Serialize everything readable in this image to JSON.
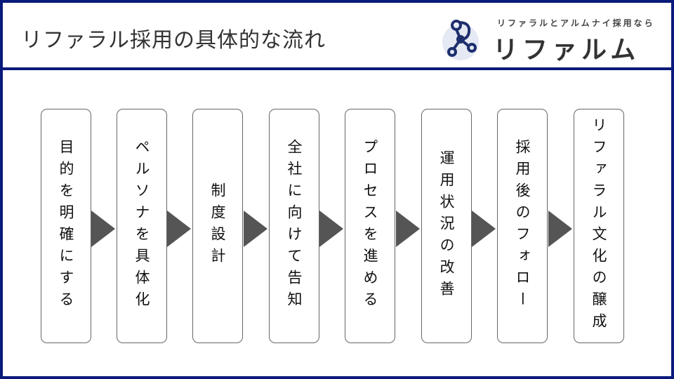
{
  "title": "リファラル採用の具体的な流れ",
  "logo": {
    "tagline": "リファラルとアルムナイ採用なら",
    "name": "リファルム",
    "accent": "#1e2f6e"
  },
  "steps": [
    {
      "label": "目的を明確にする"
    },
    {
      "label": "ペルソナを具体化"
    },
    {
      "label": "制度設計"
    },
    {
      "label": "全社に向けて告知"
    },
    {
      "label": "プロセスを進める"
    },
    {
      "label": "運用状況の改善"
    },
    {
      "label": "採用後のフォロー"
    },
    {
      "label": "リファラル文化の醸成"
    }
  ]
}
